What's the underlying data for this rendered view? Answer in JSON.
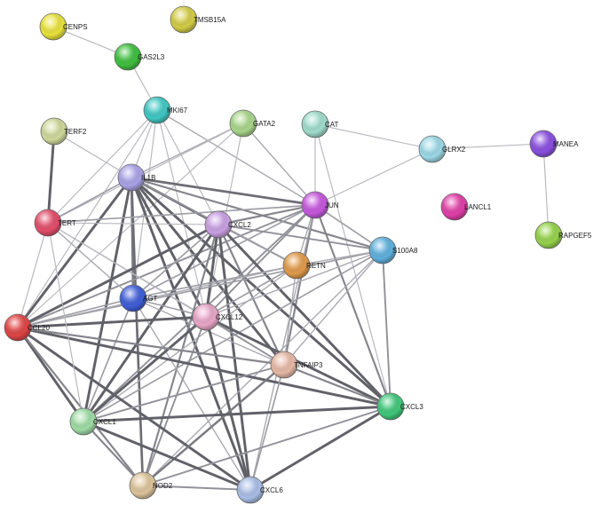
{
  "network": {
    "nodes": [
      {
        "id": "CENPS",
        "label": "CENPS",
        "color": "#e8e23a"
      },
      {
        "id": "TMSB15A",
        "label": "TMSB15A",
        "color": "#d3cc45"
      },
      {
        "id": "GAS2L3",
        "label": "GAS2L3",
        "color": "#3fbf3f"
      },
      {
        "id": "MKI67",
        "label": "MKI67",
        "color": "#3fc7c3"
      },
      {
        "id": "GATA2",
        "label": "GATA2",
        "color": "#a8d58a"
      },
      {
        "id": "CAT",
        "label": "CAT",
        "color": "#9fdccb"
      },
      {
        "id": "TERF2",
        "label": "TERF2",
        "color": "#cfd89a"
      },
      {
        "id": "GLRX2",
        "label": "GLRX2",
        "color": "#9cd8e6"
      },
      {
        "id": "MANEA",
        "label": "MANEA",
        "color": "#8a4fe0"
      },
      {
        "id": "IL1B",
        "label": "IL1B",
        "color": "#a9a3e6"
      },
      {
        "id": "JUN",
        "label": "JUN",
        "color": "#c657de"
      },
      {
        "id": "LANCL1",
        "label": "LANCL1",
        "color": "#e03fa8"
      },
      {
        "id": "TERT",
        "label": "TERT",
        "color": "#e34d6a"
      },
      {
        "id": "CXCL2",
        "label": "CXCL2",
        "color": "#c9a0e2"
      },
      {
        "id": "RAPGEF5",
        "label": "RAPGEF5",
        "color": "#95d24a"
      },
      {
        "id": "S100A8",
        "label": "S100A8",
        "color": "#5fb0dd"
      },
      {
        "id": "RETN",
        "label": "RETN",
        "color": "#e09a4a"
      },
      {
        "id": "AGT",
        "label": "AGT",
        "color": "#3f5ed8"
      },
      {
        "id": "CXCL12",
        "label": "CXCL12",
        "color": "#e8a6c8"
      },
      {
        "id": "CCL20",
        "label": "CCL20",
        "color": "#e04545"
      },
      {
        "id": "TNFAIP3",
        "label": "TNFAIP3",
        "color": "#e6b8a5"
      },
      {
        "id": "CXCL3",
        "label": "CXCL3",
        "color": "#3fc77a"
      },
      {
        "id": "CXCL1",
        "label": "CXCL1",
        "color": "#9fdca5"
      },
      {
        "id": "NOD2",
        "label": "NOD2",
        "color": "#dcc49a"
      },
      {
        "id": "CXCL6",
        "label": "CXCL6",
        "color": "#a9bde6"
      }
    ],
    "edges": [
      {
        "a": "CENPS",
        "b": "GAS2L3",
        "w": 0.2
      },
      {
        "a": "GAS2L3",
        "b": "MKI67",
        "w": 0.2
      },
      {
        "a": "TERF2",
        "b": "TERT",
        "w": 0.9
      },
      {
        "a": "CAT",
        "b": "GLRX2",
        "w": 0.2
      },
      {
        "a": "GLRX2",
        "b": "MANEA",
        "w": 0.2
      },
      {
        "a": "MANEA",
        "b": "RAPGEF5",
        "w": 0.2
      },
      {
        "a": "GLRX2",
        "b": "JUN",
        "w": 0.2
      },
      {
        "a": "MKI67",
        "b": "IL1B",
        "w": 0.2
      },
      {
        "a": "MKI67",
        "b": "JUN",
        "w": 0.3
      },
      {
        "a": "MKI67",
        "b": "TERT",
        "w": 0.2
      },
      {
        "a": "MKI67",
        "b": "CXCL2",
        "w": 0.2
      },
      {
        "a": "MKI67",
        "b": "AGT",
        "w": 0.2
      },
      {
        "a": "MKI67",
        "b": "CXCL12",
        "w": 0.2
      },
      {
        "a": "MKI67",
        "b": "CCL20",
        "w": 0.2
      },
      {
        "a": "GATA2",
        "b": "JUN",
        "w": 0.3
      },
      {
        "a": "GATA2",
        "b": "IL1B",
        "w": 0.3
      },
      {
        "a": "GATA2",
        "b": "CXCL12",
        "w": 0.2
      },
      {
        "a": "GATA2",
        "b": "TERT",
        "w": 0.2
      },
      {
        "a": "GATA2",
        "b": "CCL20",
        "w": 0.2
      },
      {
        "a": "CAT",
        "b": "CXCL3",
        "w": 0.2
      },
      {
        "a": "CAT",
        "b": "JUN",
        "w": 0.2
      },
      {
        "a": "TERF2",
        "b": "IL1B",
        "w": 0.2
      },
      {
        "a": "IL1B",
        "b": "JUN",
        "w": 0.8
      },
      {
        "a": "IL1B",
        "b": "CXCL2",
        "w": 0.9
      },
      {
        "a": "IL1B",
        "b": "TERT",
        "w": 0.4
      },
      {
        "a": "IL1B",
        "b": "AGT",
        "w": 0.7
      },
      {
        "a": "IL1B",
        "b": "CXCL12",
        "w": 0.9
      },
      {
        "a": "IL1B",
        "b": "CCL20",
        "w": 0.9
      },
      {
        "a": "IL1B",
        "b": "TNFAIP3",
        "w": 0.9
      },
      {
        "a": "IL1B",
        "b": "CXCL3",
        "w": 0.9
      },
      {
        "a": "IL1B",
        "b": "CXCL1",
        "w": 0.9
      },
      {
        "a": "IL1B",
        "b": "NOD2",
        "w": 0.8
      },
      {
        "a": "IL1B",
        "b": "CXCL6",
        "w": 0.9
      },
      {
        "a": "IL1B",
        "b": "S100A8",
        "w": 0.6
      },
      {
        "a": "IL1B",
        "b": "RETN",
        "w": 0.5
      },
      {
        "a": "JUN",
        "b": "CXCL2",
        "w": 0.6
      },
      {
        "a": "JUN",
        "b": "TERT",
        "w": 0.4
      },
      {
        "a": "JUN",
        "b": "RETN",
        "w": 0.3
      },
      {
        "a": "JUN",
        "b": "S100A8",
        "w": 0.4
      },
      {
        "a": "JUN",
        "b": "CXCL12",
        "w": 0.5
      },
      {
        "a": "JUN",
        "b": "CCL20",
        "w": 0.5
      },
      {
        "a": "JUN",
        "b": "TNFAIP3",
        "w": 0.6
      },
      {
        "a": "JUN",
        "b": "CXCL3",
        "w": 0.6
      },
      {
        "a": "JUN",
        "b": "CXCL1",
        "w": 0.5
      },
      {
        "a": "JUN",
        "b": "AGT",
        "w": 0.4
      },
      {
        "a": "JUN",
        "b": "CXCL6",
        "w": 0.3
      },
      {
        "a": "TERT",
        "b": "CXCL2",
        "w": 0.2
      },
      {
        "a": "TERT",
        "b": "CCL20",
        "w": 0.2
      },
      {
        "a": "TERT",
        "b": "CXCL12",
        "w": 0.2
      },
      {
        "a": "TERT",
        "b": "AGT",
        "w": 0.3
      },
      {
        "a": "TERT",
        "b": "TNFAIP3",
        "w": 0.2
      },
      {
        "a": "CXCL2",
        "b": "CXCL12",
        "w": 0.9
      },
      {
        "a": "CXCL2",
        "b": "CCL20",
        "w": 0.9
      },
      {
        "a": "CXCL2",
        "b": "CXCL1",
        "w": 0.9
      },
      {
        "a": "CXCL2",
        "b": "CXCL3",
        "w": 0.9
      },
      {
        "a": "CXCL2",
        "b": "CXCL6",
        "w": 0.9
      },
      {
        "a": "CXCL2",
        "b": "TNFAIP3",
        "w": 0.6
      },
      {
        "a": "CXCL2",
        "b": "NOD2",
        "w": 0.6
      },
      {
        "a": "CXCL2",
        "b": "RETN",
        "w": 0.4
      },
      {
        "a": "CXCL2",
        "b": "S100A8",
        "w": 0.5
      },
      {
        "a": "CXCL2",
        "b": "AGT",
        "w": 0.4
      },
      {
        "a": "S100A8",
        "b": "CXCL3",
        "w": 0.5
      },
      {
        "a": "S100A8",
        "b": "CCL20",
        "w": 0.4
      },
      {
        "a": "S100A8",
        "b": "CXCL12",
        "w": 0.3
      },
      {
        "a": "S100A8",
        "b": "RETN",
        "w": 0.3
      },
      {
        "a": "S100A8",
        "b": "CXCL1",
        "w": 0.4
      },
      {
        "a": "S100A8",
        "b": "NOD2",
        "w": 0.3
      },
      {
        "a": "S100A8",
        "b": "TNFAIP3",
        "w": 0.3
      },
      {
        "a": "RETN",
        "b": "AGT",
        "w": 0.4
      },
      {
        "a": "RETN",
        "b": "CXCL12",
        "w": 0.4
      },
      {
        "a": "RETN",
        "b": "CCL20",
        "w": 0.3
      },
      {
        "a": "RETN",
        "b": "TNFAIP3",
        "w": 0.3
      },
      {
        "a": "RETN",
        "b": "CXCL1",
        "w": 0.3
      },
      {
        "a": "AGT",
        "b": "CXCL12",
        "w": 0.4
      },
      {
        "a": "AGT",
        "b": "CCL20",
        "w": 0.4
      },
      {
        "a": "AGT",
        "b": "CXCL1",
        "w": 0.4
      },
      {
        "a": "AGT",
        "b": "TNFAIP3",
        "w": 0.3
      },
      {
        "a": "AGT",
        "b": "CXCL6",
        "w": 0.3
      },
      {
        "a": "CXCL12",
        "b": "CCL20",
        "w": 0.9
      },
      {
        "a": "CXCL12",
        "b": "CXCL1",
        "w": 0.9
      },
      {
        "a": "CXCL12",
        "b": "CXCL3",
        "w": 0.9
      },
      {
        "a": "CXCL12",
        "b": "CXCL6",
        "w": 0.9
      },
      {
        "a": "CXCL12",
        "b": "TNFAIP3",
        "w": 0.5
      },
      {
        "a": "CXCL12",
        "b": "NOD2",
        "w": 0.5
      },
      {
        "a": "CCL20",
        "b": "CXCL3",
        "w": 0.9
      },
      {
        "a": "CCL20",
        "b": "CXCL1",
        "w": 0.9
      },
      {
        "a": "CCL20",
        "b": "CXCL6",
        "w": 0.9
      },
      {
        "a": "CCL20",
        "b": "TNFAIP3",
        "w": 0.6
      },
      {
        "a": "CCL20",
        "b": "NOD2",
        "w": 0.6
      },
      {
        "a": "TNFAIP3",
        "b": "CXCL3",
        "w": 0.6
      },
      {
        "a": "TNFAIP3",
        "b": "CXCL1",
        "w": 0.5
      },
      {
        "a": "TNFAIP3",
        "b": "NOD2",
        "w": 0.7
      },
      {
        "a": "TNFAIP3",
        "b": "CXCL6",
        "w": 0.4
      },
      {
        "a": "CXCL3",
        "b": "CXCL1",
        "w": 0.9
      },
      {
        "a": "CXCL3",
        "b": "CXCL6",
        "w": 0.9
      },
      {
        "a": "CXCL3",
        "b": "NOD2",
        "w": 0.5
      },
      {
        "a": "CXCL1",
        "b": "CXCL6",
        "w": 0.9
      },
      {
        "a": "CXCL1",
        "b": "NOD2",
        "w": 0.6
      },
      {
        "a": "NOD2",
        "b": "CXCL6",
        "w": 0.5
      },
      {
        "a": "CXCL1",
        "b": "TERT",
        "w": 0.2
      }
    ]
  }
}
